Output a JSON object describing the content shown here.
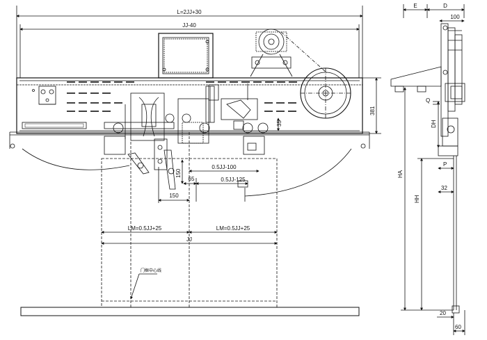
{
  "front_view": {
    "overall_length": "L=2JJ+30",
    "header_length": "JJ-40",
    "height_381": "381",
    "dim_35": "35",
    "dim_150_vertical": "150",
    "dim_65": "65",
    "dim_150_horizontal": "150",
    "dim_half_jj_minus_100": "0.5JJ-100",
    "dim_half_jj_minus_125": "0.5JJ-125",
    "lm_left": "LM=0.5JJ+25",
    "lm_right": "LM=0.5JJ+25",
    "jj": "JJ",
    "annotation": "门框中心线"
  },
  "side_view": {
    "e": "E",
    "d": "D",
    "dim_100": "100",
    "q": "Q",
    "dh": "DH",
    "ha": "HA",
    "hh": "HH",
    "p": "P",
    "dim_32": "32",
    "dim_20": "20",
    "dim_60": "60"
  }
}
